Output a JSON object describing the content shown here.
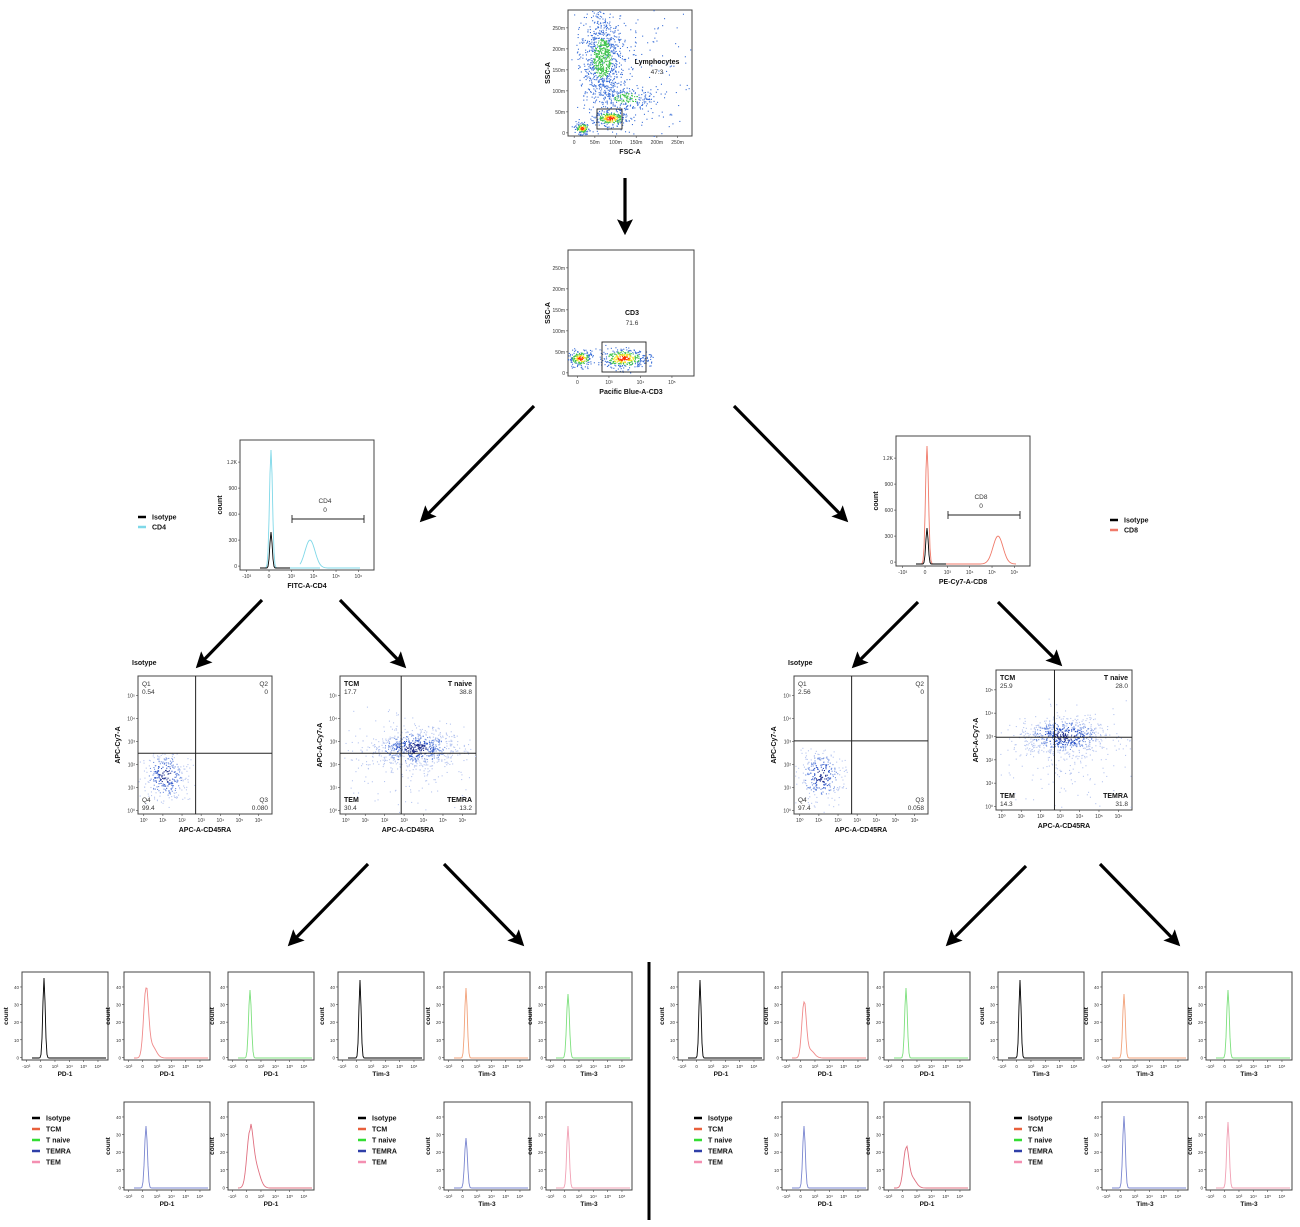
{
  "lymph": {
    "xlabel": "FSC-A",
    "ylabel": "SSC-A",
    "gate_label": "Lymphocytes",
    "gate_value": "47.3",
    "xticks": [
      "0",
      "50m",
      "100m",
      "150m",
      "200m",
      "250m"
    ],
    "yticks": [
      "0",
      "50m",
      "100m",
      "150m",
      "200m",
      "250m"
    ]
  },
  "cd3": {
    "xlabel": "Pacific Blue-A-CD3",
    "ylabel": "SSC-A",
    "gate_label": "CD3",
    "gate_value": "71.6",
    "xticks": [
      "0",
      "10³",
      "10⁴",
      "10⁵"
    ],
    "yticks": [
      "0",
      "50m",
      "100m",
      "150m",
      "200m",
      "250m"
    ]
  },
  "cd4": {
    "xlabel": "FITC-A-CD4",
    "ylabel": "count",
    "gate_label": "CD4",
    "gate_value": "0",
    "xticks": [
      "-10³",
      "0",
      "10³",
      "10⁴",
      "10⁵",
      "10⁶"
    ],
    "yticks": [
      "0",
      "300",
      "600",
      "900",
      "1.2K"
    ],
    "legend": [
      {
        "label": "Isotype",
        "color": "#000000"
      },
      {
        "label": "CD4",
        "color": "#7fd8e8"
      }
    ]
  },
  "cd8": {
    "xlabel": "PE-Cy7-A-CD8",
    "ylabel": "count",
    "gate_label": "CD8",
    "gate_value": "0",
    "xticks": [
      "-10³",
      "0",
      "10³",
      "10⁴",
      "10⁵",
      "10⁶"
    ],
    "yticks": [
      "0",
      "300",
      "600",
      "900",
      "1.2K"
    ],
    "legend": [
      {
        "label": "Isotype",
        "color": "#000000"
      },
      {
        "label": "CD8",
        "color": "#f07a6a"
      }
    ]
  },
  "quad_common": {
    "xlabel": "APC-A-CD45RA",
    "ylabel": "APC-A-Cy7-A",
    "ylabel_alt": "APC-Cy7-A",
    "xticks": [
      "10⁰",
      "10¹",
      "10²",
      "10³",
      "10⁴",
      "10⁵",
      "10⁶"
    ],
    "yticks": [
      "10⁰",
      "10¹",
      "10²",
      "10³",
      "10⁴",
      "10⁵"
    ]
  },
  "cd4_iso": {
    "title": "Isotype",
    "q1": "Q1",
    "q1v": "0.54",
    "q2": "Q2",
    "q2v": "0",
    "q3": "Q3",
    "q3v": "0.080",
    "q4": "Q4",
    "q4v": "99.4"
  },
  "cd4_sub": {
    "q1": "TCM",
    "q1v": "17.7",
    "q2": "T naive",
    "q2v": "38.8",
    "q3": "TEMRA",
    "q3v": "13.2",
    "q4": "TEM",
    "q4v": "30.4"
  },
  "cd8_iso": {
    "title": "Isotype",
    "q1": "Q1",
    "q1v": "2.56",
    "q2": "Q2",
    "q2v": "0",
    "q3": "Q3",
    "q3v": "0.058",
    "q4": "Q4",
    "q4v": "97.4"
  },
  "cd8_sub": {
    "q1": "TCM",
    "q1v": "25.9",
    "q2": "T naive",
    "q2v": "28.0",
    "q3": "TEMRA",
    "q3v": "31.8",
    "q4": "TEM",
    "q4v": "14.3"
  },
  "small": {
    "pd1": "PD-1",
    "tim3": "Tim-3",
    "count": "count"
  },
  "subset_legend": [
    {
      "label": "Isotype",
      "color": "#000000"
    },
    {
      "label": "TCM",
      "color": "#e8603c"
    },
    {
      "label": "T naive",
      "color": "#33dd33"
    },
    {
      "label": "TEMRA",
      "color": "#2f3fa8"
    },
    {
      "label": "TEM",
      "color": "#f48fb1"
    }
  ],
  "colors": {
    "arrow": "#000000",
    "isotype": "#000000",
    "tcm": "#f2a27a",
    "tnaive": "#7de07d",
    "temra": "#7a86d0",
    "tem": "#f1a0b4",
    "tcm_pd1": "#f08a8a",
    "tem_pd1b": "#e07080"
  }
}
